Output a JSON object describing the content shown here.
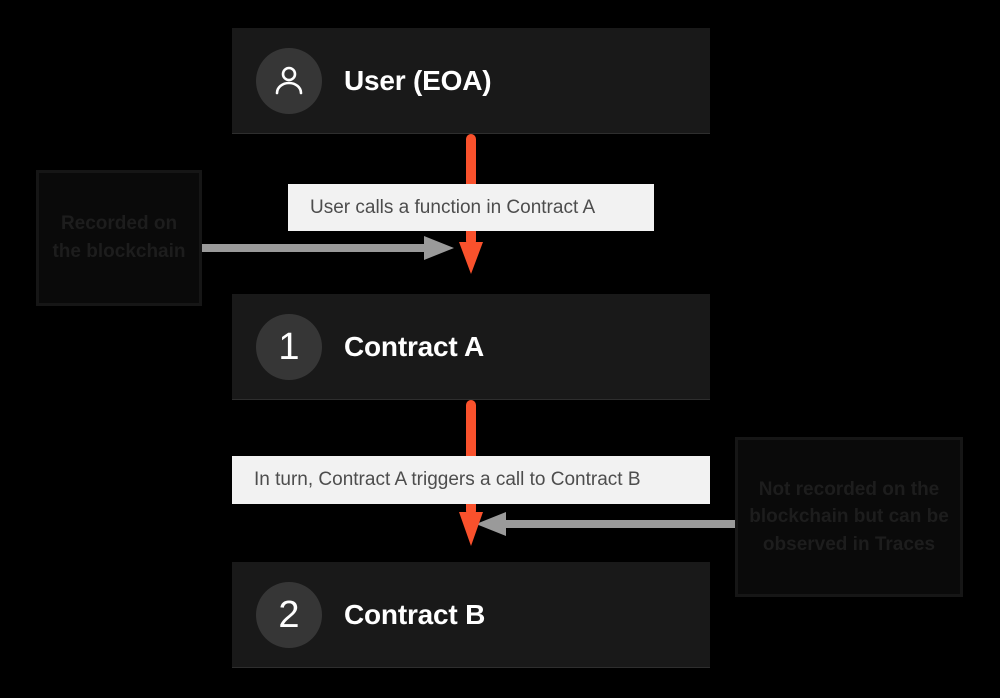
{
  "diagram": {
    "title": "Contract call flow",
    "colors": {
      "background": "#000000",
      "node_fill": "#191919",
      "badge_fill": "#363636",
      "arrow_orange": "#f9512c",
      "connector_gray": "#9a9a9a",
      "caption_fill": "#f2f2f2",
      "caption_text": "#4d4d4d",
      "annotation_fill": "#0a0a0a",
      "annotation_text": "#1d1d1d"
    },
    "nodes": [
      {
        "id": "user",
        "icon": "person-icon",
        "badge": "",
        "label": "User (EOA)"
      },
      {
        "id": "contract-a",
        "icon": "number-badge",
        "badge": "1",
        "label": "Contract A"
      },
      {
        "id": "contract-b",
        "icon": "number-badge",
        "badge": "2",
        "label": "Contract B"
      }
    ],
    "captions": [
      {
        "id": "step-1",
        "text": "User calls a function in Contract A"
      },
      {
        "id": "step-2",
        "text": "In turn, Contract A triggers a call to Contract B"
      }
    ],
    "annotations": [
      {
        "id": "recorded",
        "text": "Recorded on the blockchain",
        "points_to": "step-1",
        "direction": "right"
      },
      {
        "id": "not-recorded",
        "text": "Not recorded on the blockchain but can be observed in Traces",
        "points_to": "step-2",
        "direction": "left"
      }
    ],
    "edges": [
      {
        "id": "edge-user-to-a",
        "from": "user",
        "to": "contract-a",
        "color": "#f9512c"
      },
      {
        "id": "edge-a-to-b",
        "from": "contract-a",
        "to": "contract-b",
        "color": "#f9512c"
      }
    ]
  }
}
